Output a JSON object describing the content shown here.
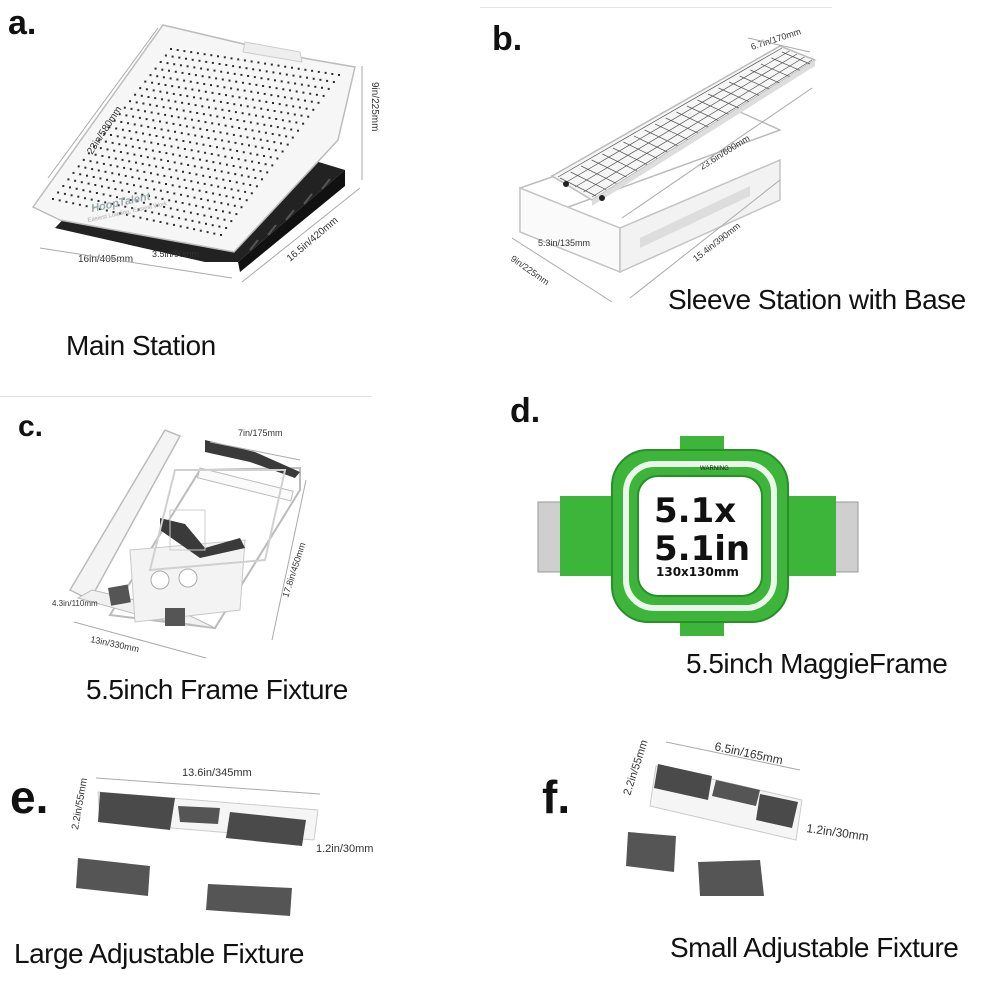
{
  "panels": {
    "a": {
      "letter": "a.",
      "caption": "Main Station",
      "dims": {
        "length": "23in/580mm",
        "height": "9in/225mm",
        "width": "16in/405mm",
        "gap": "3.5in/90mm",
        "depth": "16.5in/420mm"
      },
      "brand": "HoopTalent",
      "brand_tagline": "Easiest Loading, Easiest Work"
    },
    "b": {
      "letter": "b.",
      "caption": "Sleeve Station with Base",
      "dims": {
        "width": "6.7in/170mm",
        "length": "23.6in/600mm",
        "height": "5.3in/135mm",
        "base_length": "15.4in/390mm",
        "base_width": "9in/225mm"
      }
    },
    "c": {
      "letter": "c.",
      "caption": "5.5inch Frame Fixture",
      "dims": {
        "top": "7in/175mm",
        "side": "17.8in/450mm",
        "small": "4.3in/110mm",
        "bottom": "13in/330mm"
      }
    },
    "d": {
      "letter": "d.",
      "caption": "5.5inch MaggieFrame",
      "size_line1": "5.1x",
      "size_line2": "5.1in",
      "size_mm": "130x130mm",
      "warning": "WARNING"
    },
    "e": {
      "letter": "e.",
      "caption": "Large Adjustable Fixture",
      "dims": {
        "height": "2.2in/55mm",
        "length": "13.6in/345mm",
        "depth": "1.2in/30mm"
      }
    },
    "f": {
      "letter": "f.",
      "caption": "Small Adjustable Fixture",
      "dims": {
        "height": "2.2in/55mm",
        "length": "6.5in/165mm",
        "depth": "1.2in/30mm"
      }
    }
  },
  "colors": {
    "frame_green": "#3db53a",
    "dark_green": "#2a8f2a",
    "board_white": "#f6f6f6",
    "plate_dark": "#4a4a4a",
    "base_black": "#222222"
  }
}
